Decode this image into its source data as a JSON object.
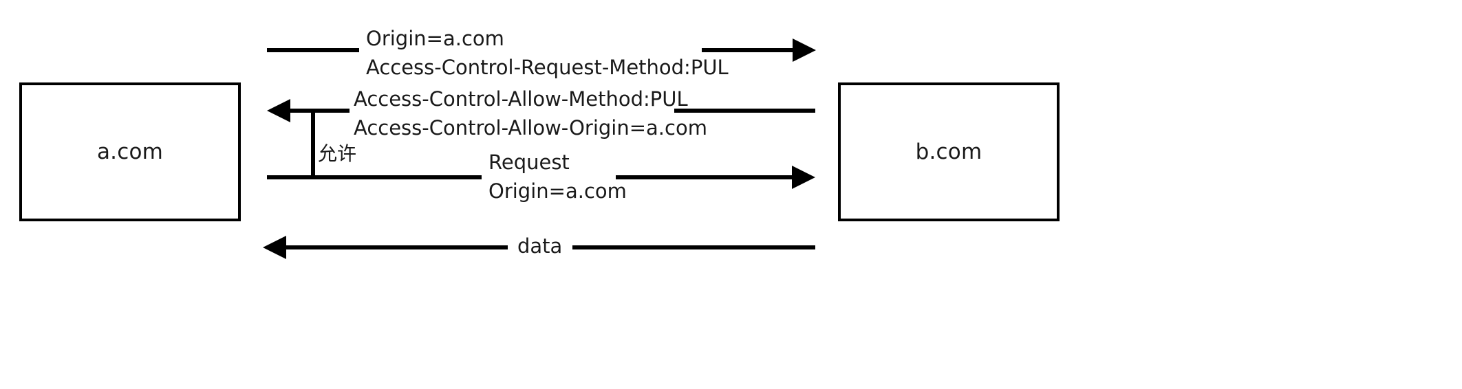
{
  "diagram": {
    "title": "CORS preflight request sequence between a.com and b.com",
    "type": "sequence-diagram",
    "stroke_color": "#000000",
    "text_color": "#1a1a1a",
    "background_color": "#ffffff"
  },
  "nodes": [
    {
      "id": "client",
      "label": "a.com"
    },
    {
      "id": "server",
      "label": "b.com"
    }
  ],
  "messages": [
    {
      "id": "preflight-request",
      "direction": "right",
      "lines": [
        "Origin=a.com",
        "Access-Control-Request-Method:PUL"
      ]
    },
    {
      "id": "preflight-response",
      "direction": "left",
      "lines": [
        "Access-Control-Allow-Method:PUL",
        "Access-Control-Allow-Origin=a.com"
      ]
    },
    {
      "id": "actual-request",
      "direction": "right",
      "lines": [
        "Request",
        "Origin=a.com"
      ]
    },
    {
      "id": "data-response",
      "direction": "left",
      "lines": [
        "data"
      ]
    }
  ],
  "annotations": [
    {
      "id": "allow-branch",
      "label": "允许"
    }
  ]
}
